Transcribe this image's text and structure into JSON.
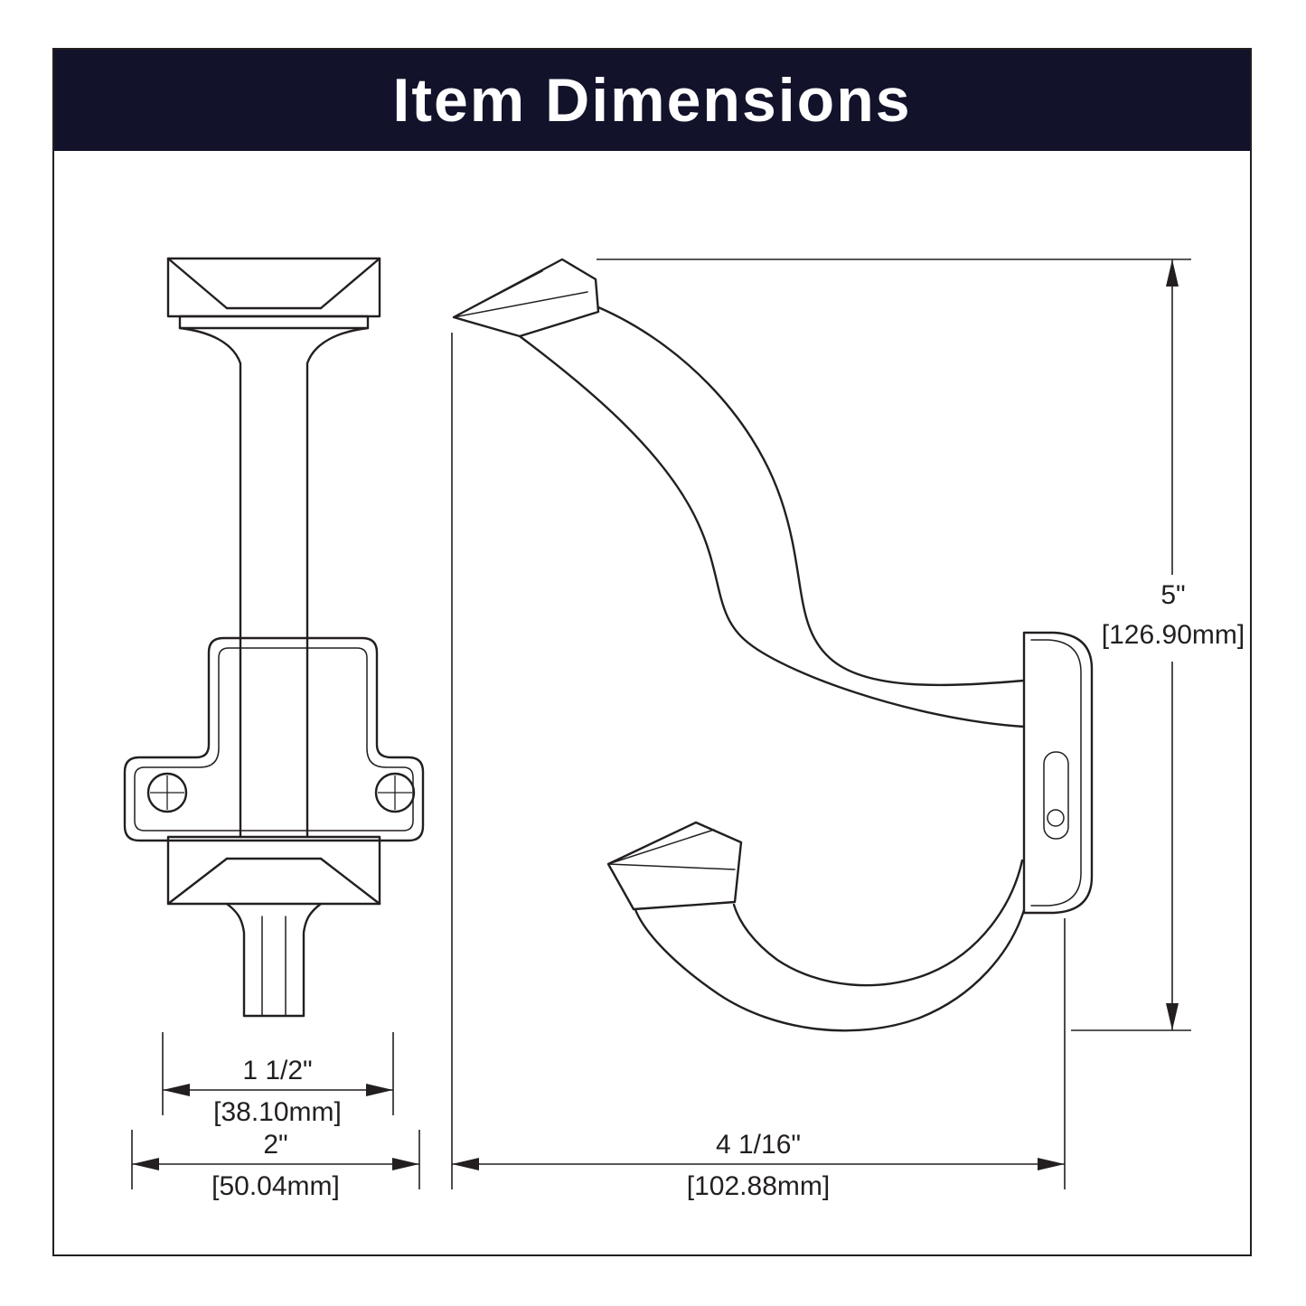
{
  "title": "Item Dimensions",
  "dimensions": {
    "inner_width": {
      "inches": "1 1/2\"",
      "mm": "[38.10mm]"
    },
    "outer_width": {
      "inches": "2\"",
      "mm": "[50.04mm]"
    },
    "height": {
      "inches": "5\"",
      "mm": "[126.90mm]"
    },
    "depth": {
      "inches": "4 1/16\"",
      "mm": "[102.88mm]"
    }
  },
  "colors": {
    "title_bg": "#13122b",
    "title_text": "#ffffff",
    "line": "#231f20",
    "background": "#ffffff"
  }
}
